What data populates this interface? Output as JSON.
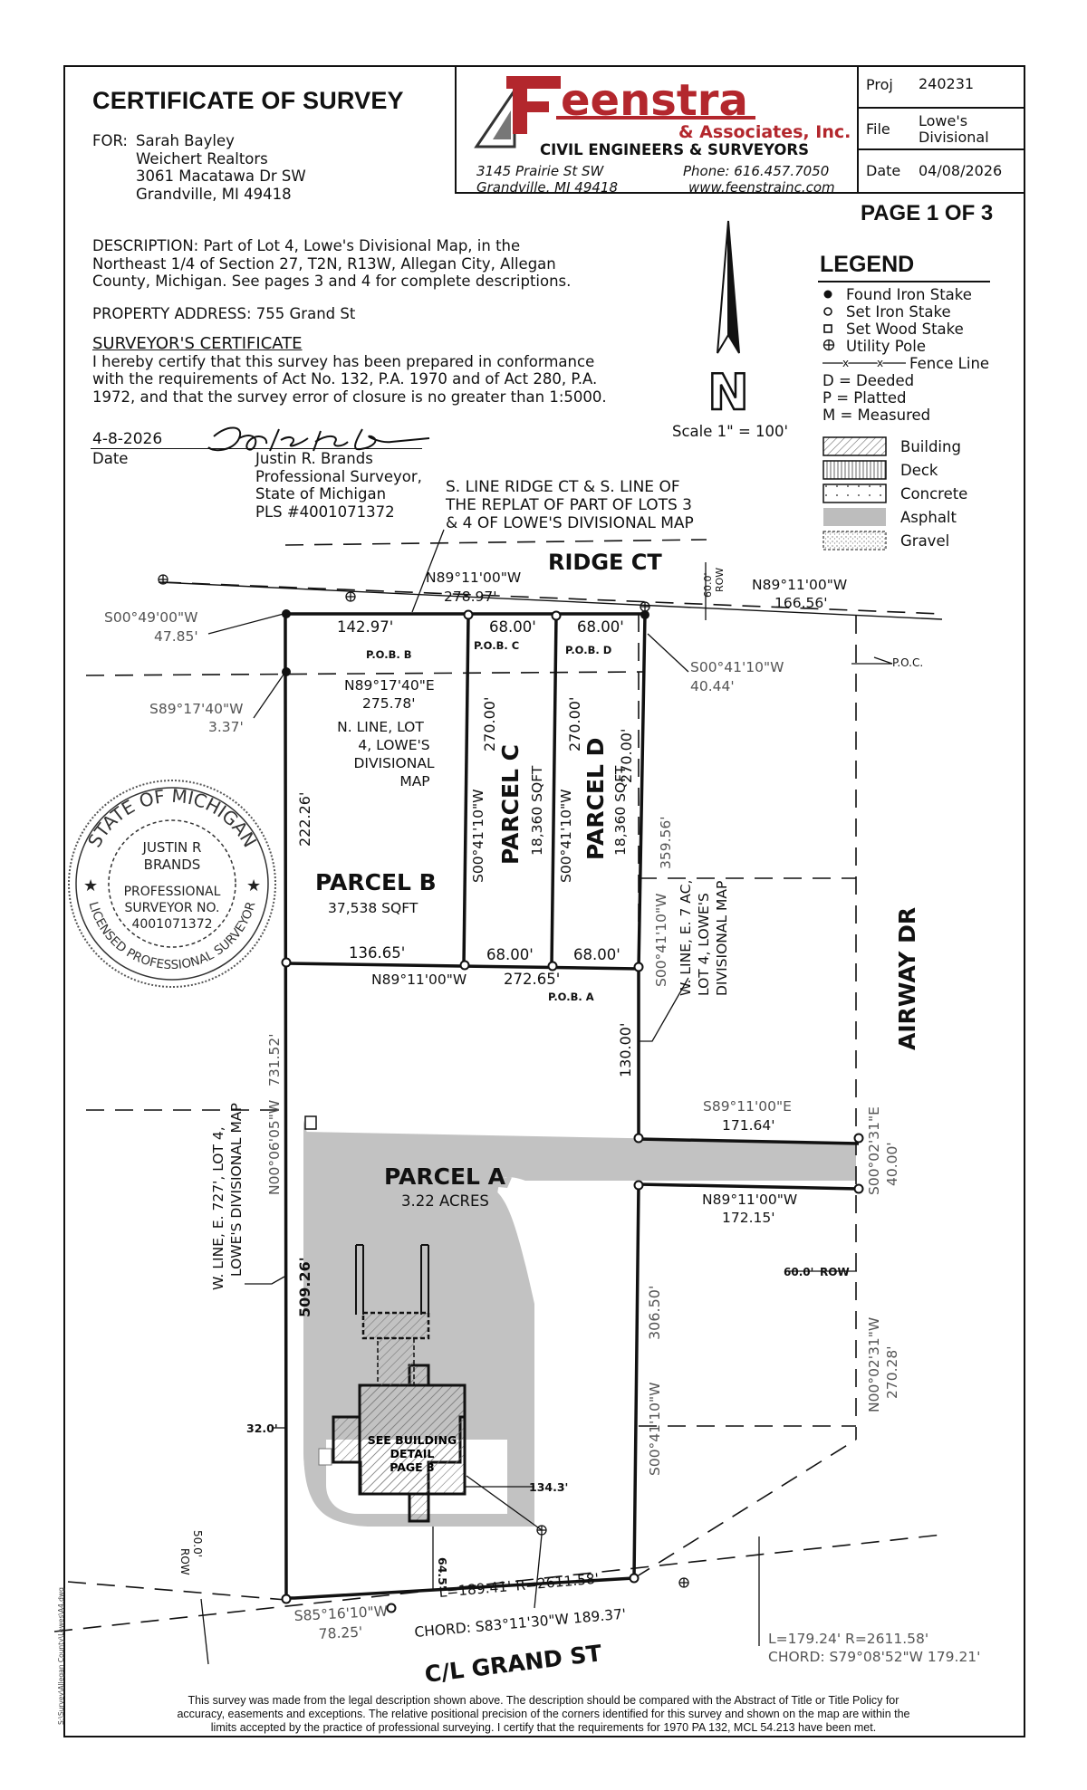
{
  "header": {
    "title": "CERTIFICATE OF SURVEY",
    "for_label": "FOR:",
    "client_lines": [
      "Sarah Bayley",
      "Weichert Realtors",
      "3061 Macatawa Dr SW",
      "Grandville, MI  49418"
    ]
  },
  "company": {
    "name": "eenstra",
    "subname": "& Associates, Inc.",
    "tagline": "CIVIL ENGINEERS & SURVEYORS",
    "address1": "3145 Prairie St SW",
    "address2": "Grandville, MI 49418",
    "phone": "Phone: 616.457.7050",
    "web": "www.feenstrainc.com",
    "brand_color": "#b3272d"
  },
  "info": {
    "proj_label": "Proj",
    "proj_value": "240231",
    "file_label": "File",
    "file_value_1": "Lowe's",
    "file_value_2": "Divisional",
    "date_label": "Date",
    "date_value": "04/08/2026"
  },
  "page_label": "PAGE 1 OF 3",
  "description": {
    "lines": [
      "DESCRIPTION: Part of Lot 4, Lowe's Divisional Map, in the",
      "Northeast 1/4 of Section 27, T2N, R13W, Allegan City, Allegan",
      "County, Michigan. See pages 3 and 4 for complete descriptions."
    ],
    "property_address": "PROPERTY ADDRESS: 755 Grand St"
  },
  "surveyor_certificate": {
    "heading": "SURVEYOR'S CERTIFICATE",
    "lines": [
      "I hereby certify that this survey has been prepared in conformance",
      "with the requirements of Act No. 132, P.A. 1970 and of Act 280, P.A.",
      "1972, and that the survey error of closure is no greater than 1:5000."
    ],
    "date": "4-8-2026",
    "date_label": "Date",
    "surveyor_lines": [
      "Justin R. Brands",
      "Professional Surveyor,",
      "State of Michigan",
      "PLS #4001071372"
    ]
  },
  "scale": "Scale 1\" = 100'",
  "north_letter": "N",
  "legend": {
    "title": "LEGEND",
    "symbols": [
      {
        "icon": "found-iron-stake-icon",
        "label": "Found Iron Stake"
      },
      {
        "icon": "set-iron-stake-icon",
        "label": "Set Iron Stake"
      },
      {
        "icon": "set-wood-stake-icon",
        "label": "Set Wood Stake"
      },
      {
        "icon": "utility-pole-icon",
        "label": "Utility Pole"
      }
    ],
    "fence_label": "Fence Line",
    "abbreviations": [
      "D = Deeded",
      "P = Platted",
      "M = Measured"
    ],
    "materials": [
      {
        "label": "Building",
        "swatch": "hatch"
      },
      {
        "label": "Deck",
        "swatch": "vertical-lines"
      },
      {
        "label": "Concrete",
        "swatch": "dots"
      },
      {
        "label": "Asphalt",
        "swatch": "#bdbdbd"
      },
      {
        "label": "Gravel",
        "swatch": "stipple"
      }
    ]
  },
  "seal": {
    "top_text": "STATE OF MICHIGAN",
    "bottom_text": "LICENSED PROFESSIONAL SURVEYOR",
    "name_1": "JUSTIN R",
    "name_2": "BRANDS",
    "role_1": "PROFESSIONAL",
    "role_2": "SURVEYOR NO.",
    "number": "4001071372"
  },
  "map": {
    "ridge_note": [
      "S. LINE RIDGE CT & S. LINE OF",
      "THE REPLAT OF PART OF LOTS 3",
      "& 4 OF LOWE'S DIVISIONAL MAP"
    ],
    "ridge_ct": "RIDGE CT",
    "row_60": "60.0'",
    "row_label": "ROW",
    "n_bearing_1": "N89°11'00\"W",
    "n_dist_1": "278.97'",
    "n_bearing_2": "N89°11'00\"W",
    "n_dist_2": "166.56'",
    "poc": "P.O.C.",
    "s00_49": "S00°49'00\"W",
    "d_4785": "47.85'",
    "s89_17": "S89°17'40\"W",
    "d_337": "3.37'",
    "n89_17": "N89°17'40\"E",
    "d_27578": "275.78'",
    "n_line_lot": [
      "N. LINE, LOT",
      "4, LOWE'S",
      "DIVISIONAL",
      "MAP"
    ],
    "d_14297": "142.97'",
    "d_68a": "68.00'",
    "d_68b": "68.00'",
    "pob_b": "P.O.B. B",
    "pob_c": "P.O.B. C",
    "pob_d": "P.O.B. D",
    "pob_a": "P.O.B. A",
    "s00_41_top": "S00°41'10\"W",
    "d_4044": "40.44'",
    "d_270a": "270.00'",
    "d_270b": "270.00'",
    "d_270c": "270.00'",
    "s00_41_c": "S00°41'10\"W",
    "s00_41_d": "S00°41'10\"W",
    "parcel_c": "PARCEL C",
    "parcel_c_area": "18,360 SQFT",
    "parcel_d": "PARCEL D",
    "parcel_d_area": "18,360 SQFT",
    "parcel_b": "PARCEL B",
    "parcel_b_area": "37,538 SQFT",
    "d_22226": "222.26'",
    "d_35956": "359.56'",
    "s00_41_e": "S00°41'10\"W",
    "w_line_e7": [
      "W. LINE, E. 7 AC,",
      "LOT 4, LOWE'S",
      "DIVISIONAL MAP"
    ],
    "d_13665": "136.65'",
    "d_68c": "68.00'",
    "d_68d": "68.00'",
    "n89_mid": "N89°11'00\"W",
    "d_27265": "272.65'",
    "d_130": "130.00'",
    "airway": "AIRWAY DR",
    "s89_11e": "S89°11'00\"E",
    "d_17164": "171.64'",
    "s00_02e": "S00°02'31\"E",
    "d_40": "40.00'",
    "n89_low": "N89°11'00\"W",
    "d_17215": "172.15'",
    "row_60b": "60.0'",
    "row_b": "ROW",
    "parcel_a": "PARCEL A",
    "parcel_a_area": "3.22 ACRES",
    "d_73152": "731.52'",
    "n00_06": "N00°06'05\"W",
    "w_line_e727": [
      "W. LINE, E. 727', LOT 4,",
      "LOWE'S DIVISIONAL MAP"
    ],
    "d_50926": "509.26'",
    "d_30650": "306.50'",
    "s00_41_f": "S00°41'10\"W",
    "n00_02w": "N00°02'31\"W",
    "d_27028": "270.28'",
    "d_320": "32.0'",
    "building_note": [
      "SEE BUILDING",
      "DETAIL",
      "PAGE 3"
    ],
    "d_1343": "134.3'",
    "d_645": "64.5'",
    "row_50": "50.0'",
    "row_c": "ROW",
    "curve_1": "L=189.41' R=2611.58'",
    "chord_1": "CHORD: S83°11'30\"W 189.37'",
    "s85_16": "S85°16'10\"W",
    "d_7825": "78.25'",
    "curve_2": "L=179.24' R=2611.58'",
    "chord_2": "CHORD: S79°08'52\"W 179.21'",
    "grand_st": "C/L GRAND ST"
  },
  "footer": {
    "lines": [
      "This survey was made from the legal description shown above.  The description should be compared with the Abstract of Title or Title Policy for",
      "accuracy, easements and exceptions.  The relative positional precision of the corners identified for this survey and shown on the map are within the",
      "limits accepted by the practice of professional surveying.  I certify that the requirements for 1970 PA 132, MCL 54.213 have been met."
    ]
  }
}
